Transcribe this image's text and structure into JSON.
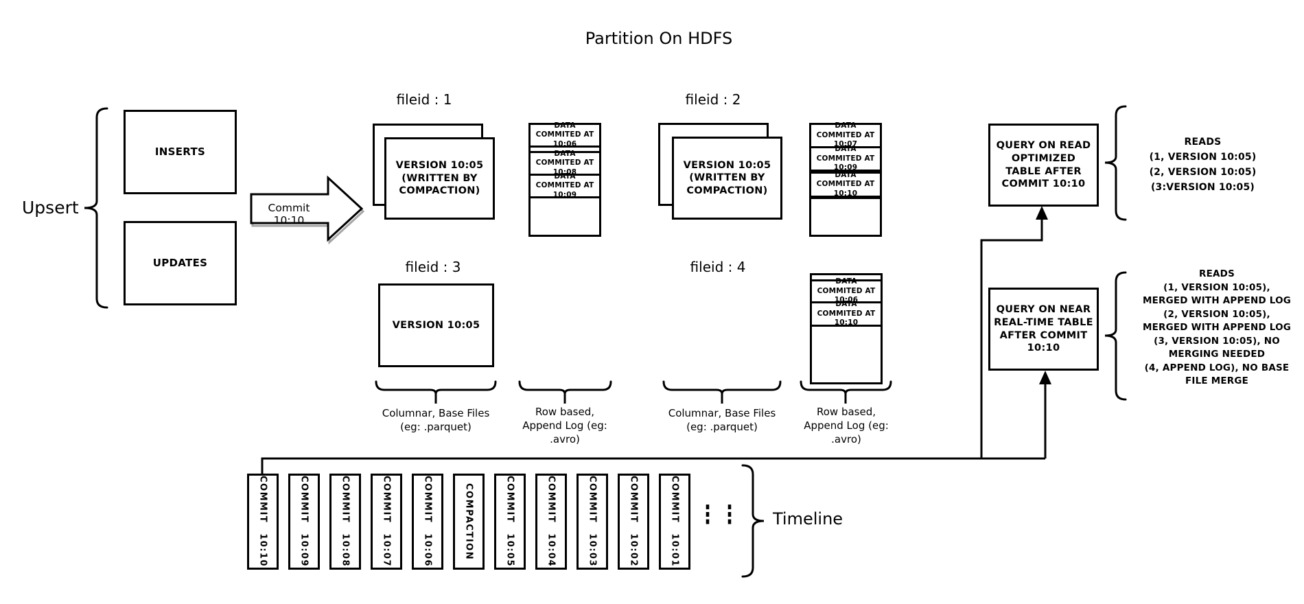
{
  "title": "Partition On HDFS",
  "upsert": {
    "label": "Upsert",
    "inserts_label": "INSERTS",
    "updates_label": "UPDATES",
    "arrow_label": "Commit 10:10"
  },
  "groups": {
    "g1": {
      "label": "fileid : 1",
      "base": "VERSION 10:05 (WRITTEN BY COMPACTION)",
      "log": [
        "DATA COMMITED AT 10:06",
        "DATA COMMITED AT 10:08",
        "DATA COMMITED AT 10:09"
      ]
    },
    "g2": {
      "label": "fileid : 2",
      "base": "VERSION 10:05 (WRITTEN BY COMPACTION)",
      "log": [
        "DATA COMMITED AT 10:07",
        "DATA COMMITED AT 10:09",
        "DATA COMMITED AT 10:10"
      ]
    },
    "g3": {
      "label": "fileid : 3",
      "base": "VERSION 10:05"
    },
    "g4": {
      "label": "fileid : 4",
      "log": [
        "DATA COMMITED AT 10:06",
        "DATA COMMITED AT 10:10"
      ]
    }
  },
  "legend": {
    "columnar": [
      "Columnar, Base Files",
      "(eg: .parquet)"
    ],
    "row_based": [
      "Row based,",
      "Append Log  (eg:",
      ".avro)"
    ]
  },
  "queries": {
    "read_optimized": {
      "box_label": "QUERY ON READ OPTIMIZED TABLE AFTER COMMIT 10:10",
      "reads": [
        "READS",
        "(1, VERSION 10:05)",
        "(2, VERSION 10:05)",
        "(3:VERSION 10:05)"
      ]
    },
    "near_realtime": {
      "box_label": "QUERY ON NEAR REAL-TIME TABLE AFTER COMMIT 10:10",
      "reads": [
        "READS",
        "(1, VERSION 10:05),",
        "MERGED WITH APPEND LOG",
        "(2, VERSION 10:05),",
        "MERGED WITH APPEND LOG",
        "(3, VERSION 10:05), NO",
        "MERGING NEEDED",
        "(4, APPEND LOG), NO BASE",
        "FILE MERGE"
      ]
    }
  },
  "timeline": {
    "label": "Timeline",
    "ellipsis_1": "⋮",
    "ellipsis_2": "⋮",
    "entries": [
      "COMMIT 10:10",
      "COMMIT 10:09",
      "COMMIT 10:08",
      "COMMIT 10:07",
      "COMMIT 10:06",
      "COMPACTION",
      "COMMIT 10:05",
      "COMMIT 10:04",
      "COMMIT 10:03",
      "COMMIT 10:02",
      "COMMIT 10:01"
    ]
  }
}
